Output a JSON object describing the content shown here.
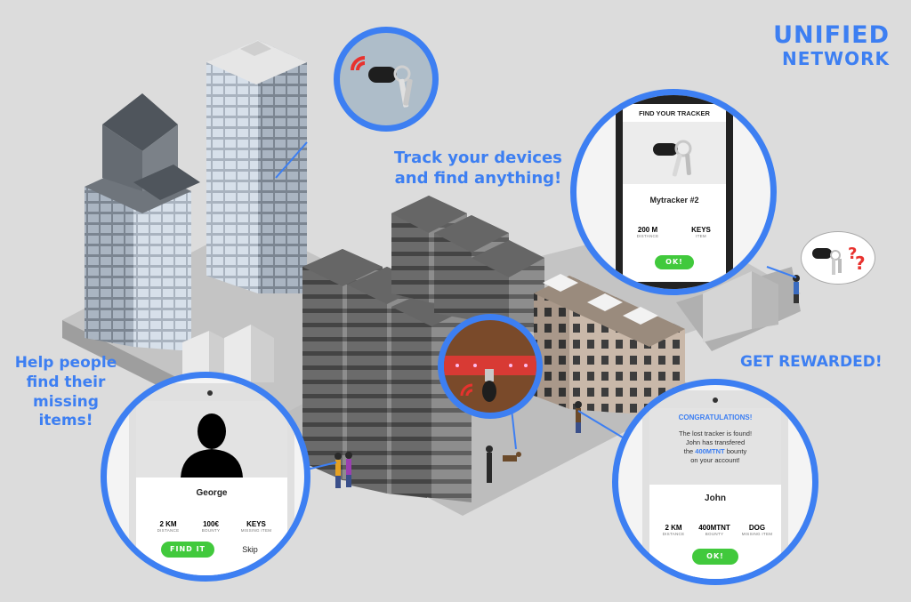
{
  "brand": {
    "line1": "UNIFIED",
    "line2": "NETWORK"
  },
  "captions": {
    "track": [
      "Track your devices",
      "and find anything!"
    ],
    "help": [
      "Help people",
      "find their",
      "missing items!"
    ],
    "reward": "GET REWARDED!"
  },
  "find_tracker_card": {
    "header": "FIND YOUR TRACKER",
    "name": "Mytracker #2",
    "stats": [
      {
        "value": "200 M",
        "label": "DISTANCE"
      },
      {
        "value": "KEYS",
        "label": "ITEM"
      }
    ],
    "button": "OK!"
  },
  "missing_item_card": {
    "name": "George",
    "stats": [
      {
        "value": "2 KM",
        "label": "DISTANCE"
      },
      {
        "value": "100€",
        "label": "BOUNTY"
      },
      {
        "value": "KEYS",
        "label": "MISSING ITEM"
      }
    ],
    "primary_button": "FIND IT",
    "secondary_button": "Skip"
  },
  "reward_card": {
    "title": "CONGRATULATIONS!",
    "message_lines": [
      "The lost tracker is found!",
      "John has transfered",
      "the",
      "400MTNT",
      "bounty",
      "on your account!"
    ],
    "name": "John",
    "stats": [
      {
        "value": "2 KM",
        "label": "DISTANCE"
      },
      {
        "value": "400MTNT",
        "label": "BOUNTY"
      },
      {
        "value": "DOG",
        "label": "MISSING ITEM"
      }
    ],
    "button": "OK!"
  },
  "colors": {
    "accent": "#3d7ff2",
    "button": "#41c93c",
    "signal": "#e8322e",
    "background": "#dcdcdc"
  },
  "icons": [
    "key-tracker-icon",
    "signal-waves-icon",
    "person-silhouette-icon",
    "question-mark-icon",
    "dog-collar-icon"
  ]
}
